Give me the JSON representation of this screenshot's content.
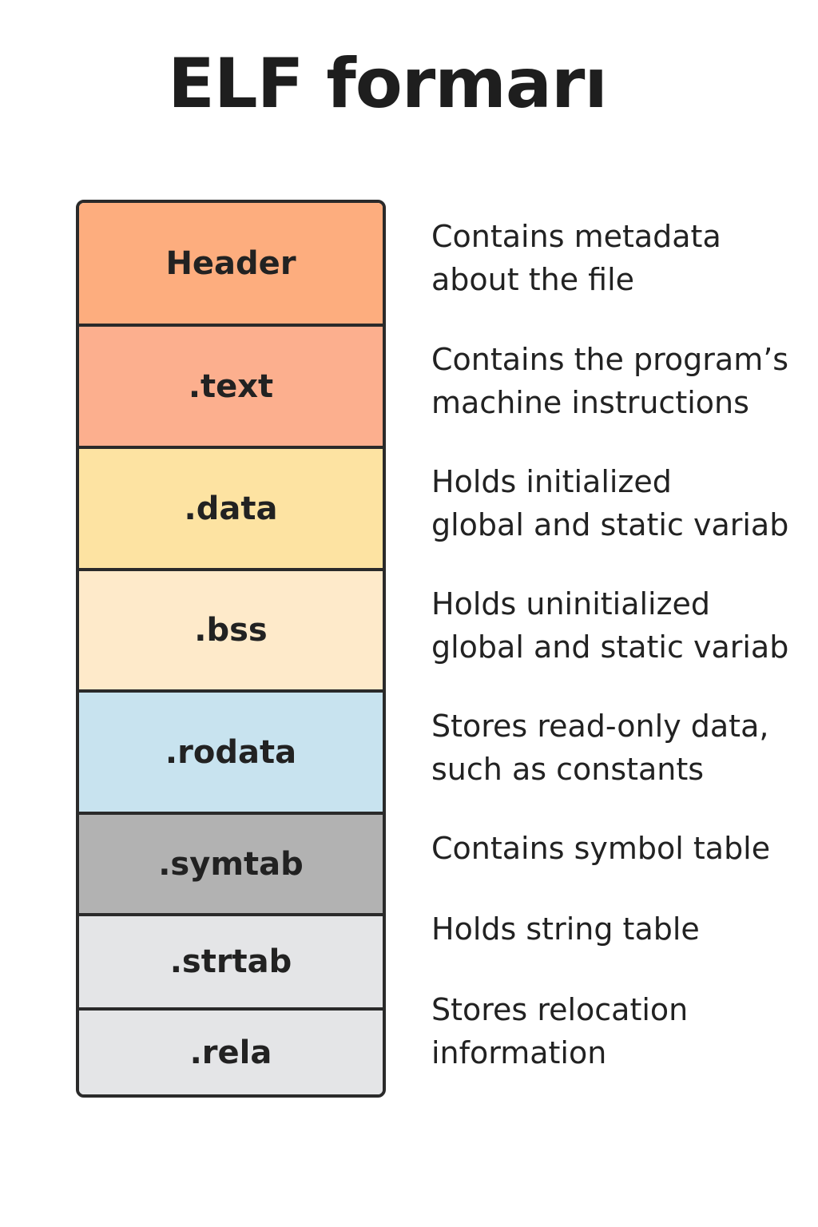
{
  "title": "ELF formarı",
  "colors": {
    "border": "#2a2a2a",
    "text": "#222222"
  },
  "sections": [
    {
      "label": "Header",
      "description": "Contains metadata\nabout the file",
      "color": "#fdad7e"
    },
    {
      "label": ".text",
      "description": "Contains the program’s\nmachine instructions",
      "color": "#fcaf8e"
    },
    {
      "label": ".data",
      "description": "Holds initialized\nglobal and static variab",
      "color": "#fde3a2"
    },
    {
      "label": ".bss",
      "description": "Holds uninitialized\nglobal and static variab",
      "color": "#feeaca"
    },
    {
      "label": ".rodata",
      "description": "Stores read-only data,\nsuch as constants",
      "color": "#c8e3ef"
    },
    {
      "label": ".symtab",
      "description": "Contains symbol table",
      "color": "#b2b2b2"
    },
    {
      "label": ".strtab",
      "description": "Holds string table",
      "color": "#e4e5e7"
    },
    {
      "label": ".rela",
      "description": "Stores relocation\ninformation",
      "color": "#e4e5e7"
    }
  ]
}
